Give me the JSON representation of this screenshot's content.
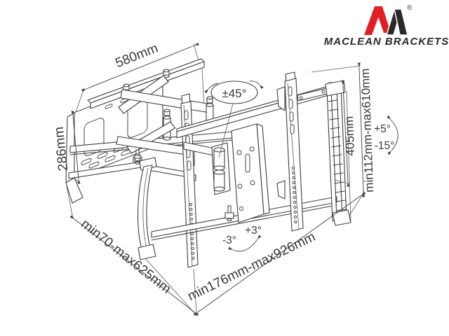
{
  "page": {
    "background": "#ffffff"
  },
  "brand": {
    "name": "Maclean Brackets",
    "wordmark": "MACLEAN BRACKETS",
    "registered_mark": "®",
    "colors": {
      "red": "#e31e25",
      "black": "#2b2a29"
    }
  },
  "diagram": {
    "type": "technical-line-drawing",
    "subject": "full-motion articulated TV wall mount bracket",
    "line_color": "#3e3e3e",
    "label_color": "#383838",
    "labels": {
      "wall_plate_width": "580mm",
      "wall_plate_height": "286mm",
      "swivel_range": "±45°",
      "bracket_height": "405mm",
      "vesa_height_range": "min112mm-max610mm",
      "tilt_up": "+5°",
      "tilt_down": "-15°",
      "extension_range": "min70-max625mm",
      "level_adjust_left": "-3°",
      "level_adjust_right": "+3°",
      "bracket_width_range": "min176mm-max926mm"
    }
  }
}
